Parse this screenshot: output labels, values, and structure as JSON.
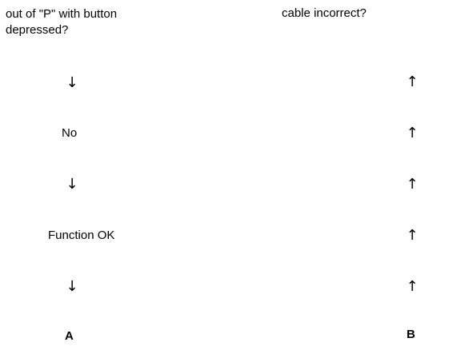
{
  "left_column": {
    "question_line_1": "out of \"P\" with button",
    "question_line_2": "depressed?",
    "answer": "No",
    "result": "Function OK",
    "label": "A"
  },
  "right_column": {
    "question": "cable incorrect?",
    "label": "B"
  },
  "icons": {
    "down_arrow": "↓",
    "up_arrow": "↑"
  }
}
